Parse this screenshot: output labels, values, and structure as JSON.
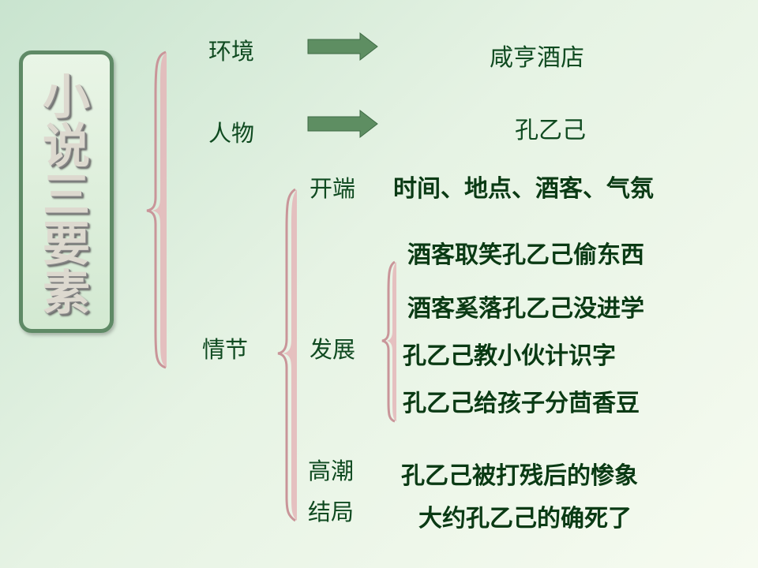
{
  "title_chars": [
    "小",
    "说",
    "三",
    "要",
    "素"
  ],
  "elements": {
    "environment": {
      "label": "环境",
      "value": "咸亨酒店"
    },
    "character": {
      "label": "人物",
      "value": "孔乙己"
    },
    "plot": {
      "label": "情节"
    }
  },
  "plot": {
    "beginning": {
      "label": "开端",
      "value": "时间、地点、酒客、气氛"
    },
    "development": {
      "label": "发展",
      "items": [
        "酒客取笑孔乙己偷东西",
        "酒客奚落孔乙己没进学",
        "孔乙己教小伙计识字",
        "孔乙己给孩子分茴香豆"
      ]
    },
    "climax": {
      "label": "高潮",
      "value": "孔乙己被打残后的惨象"
    },
    "ending": {
      "label": "结局",
      "value": "大约孔乙己的确死了"
    }
  },
  "colors": {
    "brace": "#d9a9ac",
    "arrow": "#5e8e62",
    "text": "#0f4a20",
    "frame": "#5f8a66"
  }
}
